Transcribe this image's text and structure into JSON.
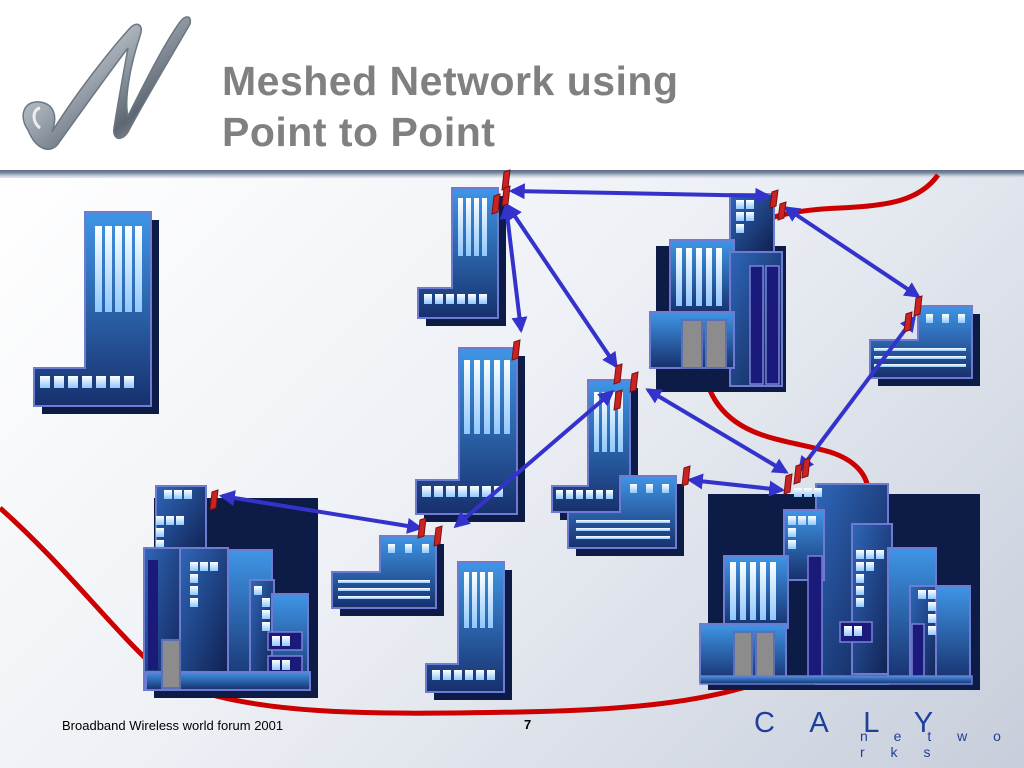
{
  "title": {
    "line1": "Meshed Network using",
    "line2": "Point to Point"
  },
  "footer": {
    "event": "Broadband Wireless world forum 2001",
    "page_number": "7"
  },
  "brand": {
    "name": "C A L Y",
    "sub": "n e t w o r k s"
  },
  "logo": {
    "letter": "N"
  },
  "colors": {
    "title": "#808080",
    "link_arrow": "#3333cc",
    "backbone_cable": "#cc0000",
    "antenna": "#cc2222",
    "building": "#3b8fe0",
    "brand": "#1f3f9a"
  },
  "icons": [
    "building-icon",
    "antenna-icon",
    "link-arrow",
    "backbone-cable"
  ]
}
